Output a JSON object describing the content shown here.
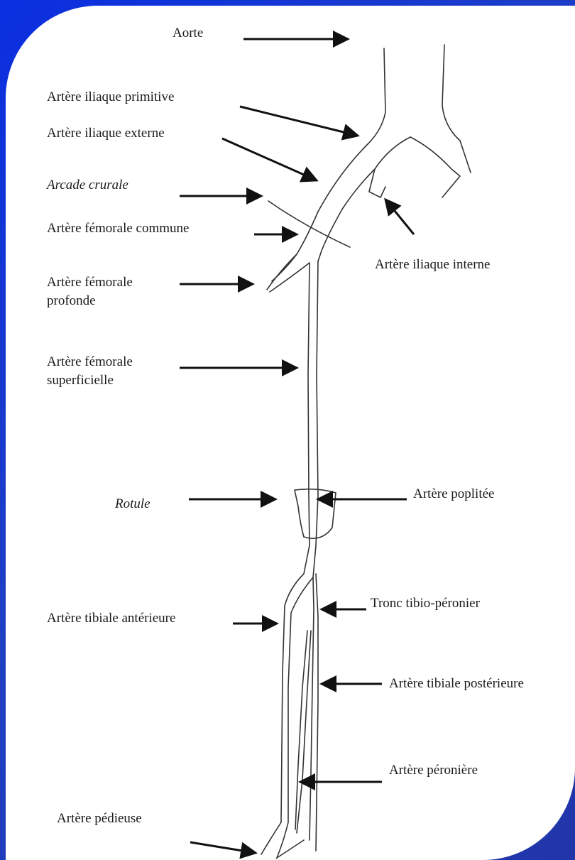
{
  "colors": {
    "background": "#1c3fd0",
    "panel": "#ffffff",
    "ink": "#1a1a1a"
  },
  "labels": {
    "aorte": "Aorte",
    "iliaque_primitive": "Artère iliaque primitive",
    "iliaque_externe": "Artère iliaque externe",
    "arcade_crurale": "Arcade crurale",
    "femorale_commune": "Artère fémorale commune",
    "iliaque_interne": "Artère iliaque interne",
    "femorale_profonde": "Artère fémorale profonde",
    "femorale_superficielle": "Artère fémorale superficielle",
    "rotule": "Rotule",
    "poplitee": "Artère poplitée",
    "tronc_tibio_peronier": "Tronc tibio-péronier",
    "tibiale_anterieure": "Artère tibiale antérieure",
    "tibiale_posterieure": "Artère tibiale postérieure",
    "peroniere": "Artère péronière",
    "pedieuse": "Artère pédieuse"
  }
}
